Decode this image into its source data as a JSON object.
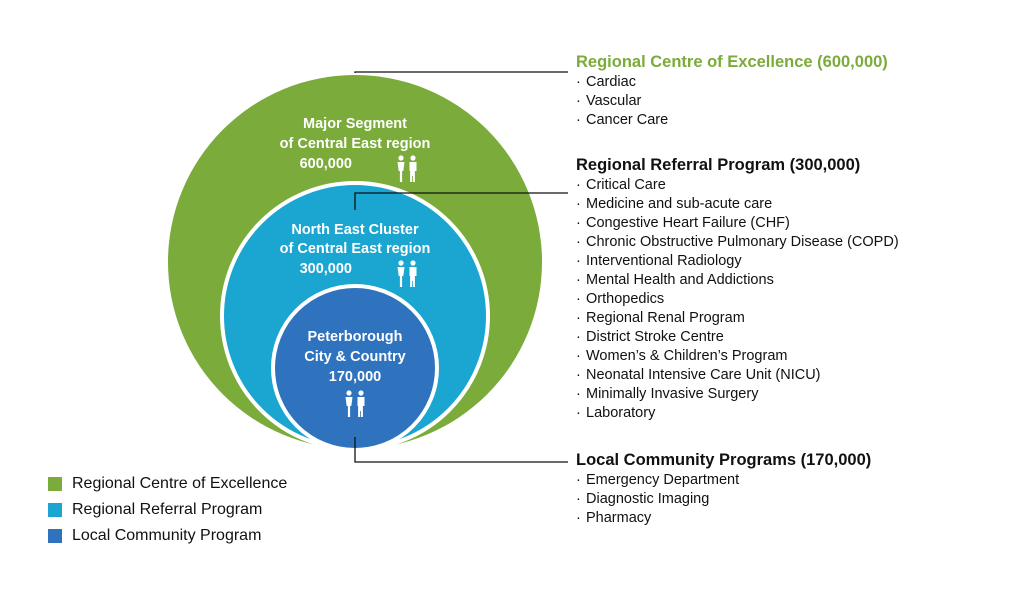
{
  "colors": {
    "green": "#7aab3b",
    "cyan": "#1aa6d1",
    "blue": "#2f72be"
  },
  "circles": {
    "outer": {
      "line1": "Major Segment",
      "line2": "of Central East region",
      "population": "600,000",
      "icon": "people-icon"
    },
    "middle": {
      "line1": "North East Cluster",
      "line2": "of Central East region",
      "population": "300,000",
      "icon": "people-icon"
    },
    "inner": {
      "line1": "Peterborough",
      "line2": "City & Country",
      "population": "170,000",
      "icon": "people-icon"
    }
  },
  "sections": {
    "regional_centre": {
      "title": "Regional Centre of Excellence (600,000)",
      "items": [
        "Cardiac",
        "Vascular",
        "Cancer Care"
      ]
    },
    "regional_referral": {
      "title": "Regional Referral Program (300,000)",
      "items": [
        "Critical Care",
        "Medicine and sub-acute care",
        "Congestive Heart Failure (CHF)",
        "Chronic Obstructive Pulmonary Disease (COPD)",
        "Interventional Radiology",
        "Mental Health and Addictions",
        "Orthopedics",
        "Regional Renal Program",
        "District Stroke Centre",
        "Women’s & Children’s Program",
        "Neonatal Intensive Care Unit (NICU)",
        "Minimally Invasive Surgery",
        "Laboratory"
      ]
    },
    "local_community": {
      "title": "Local Community Programs (170,000)",
      "items": [
        "Emergency Department",
        "Diagnostic Imaging",
        "Pharmacy"
      ]
    }
  },
  "legend": [
    {
      "label": "Regional Centre of Excellence",
      "color": "#7aab3b"
    },
    {
      "label": "Regional Referral Program",
      "color": "#1aa6d1"
    },
    {
      "label": "Local Community Program",
      "color": "#2f72be"
    }
  ]
}
